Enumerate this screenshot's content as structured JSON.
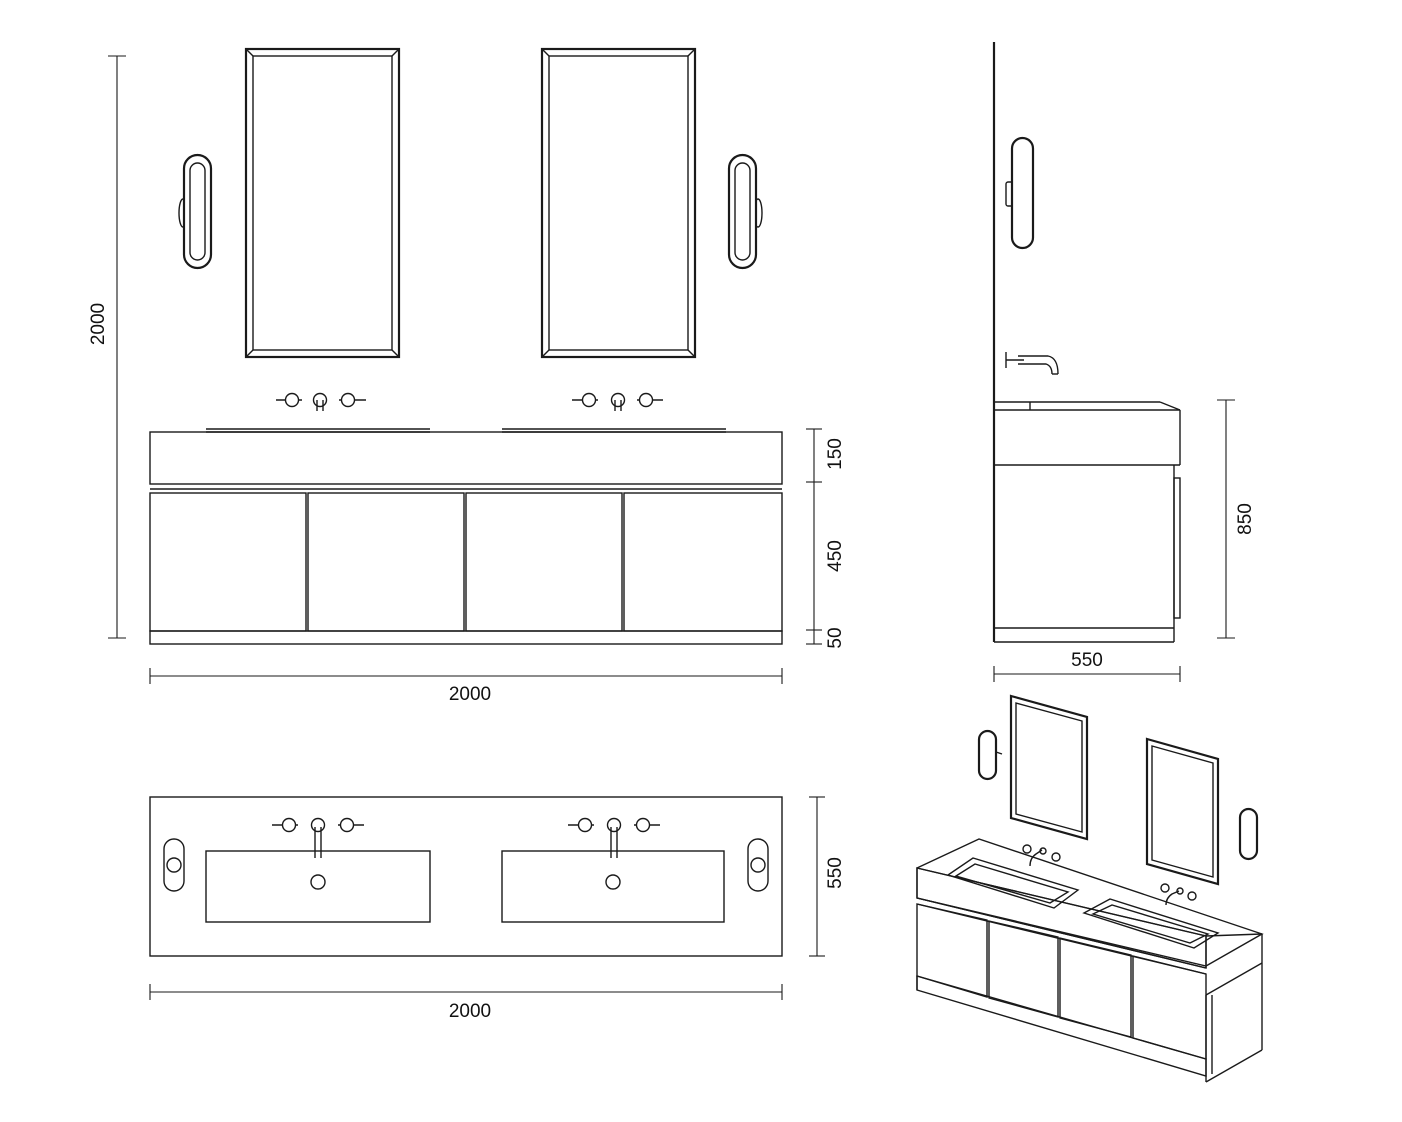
{
  "views": {
    "front": {
      "height_dim": "2000",
      "width_dim": "2000",
      "top_dim": "150",
      "middle_dim": "450",
      "bottom_dim": "50"
    },
    "side": {
      "height_dim": "850",
      "depth_dim": "550"
    },
    "plan": {
      "width_dim": "2000",
      "depth_dim": "550"
    }
  }
}
